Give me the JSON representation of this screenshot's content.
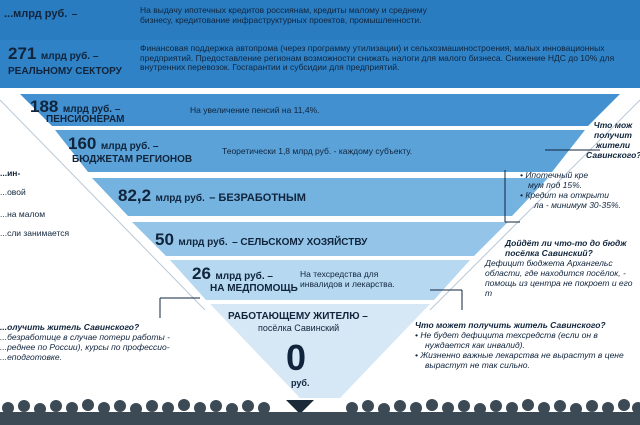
{
  "colors": {
    "band_dark": "#2a7cc0",
    "band_mid": "#4a97d2",
    "band_light": "#7cb8e4",
    "band_pale": "#b6d8f1",
    "text": "#10243c",
    "crowd": "#3c4a56",
    "arrow": "#1a2a38"
  },
  "tiers": [
    {
      "amount": "...млрд руб.",
      "label": "–",
      "desc": "На выдачу ипотечных кредитов россиянам, кредиты малому и среднему бизнесу, кредитование инфраструктурных проектов, промышленности."
    },
    {
      "amount": "271",
      "unit": "млрд руб. –",
      "label": "РЕАЛЬНОМУ СЕКТОРУ",
      "desc": "Финансовая поддержка автопрома (через программу утилизации) и сельхозмашиностроения, малых инновационных предприятий. Предоставление регионам возможности снижать налоги для малого бизнеса. Снижение НДС до 10% для внутренних перевозок. Госгарантии и субсидии для предприятий."
    },
    {
      "amount": "188",
      "unit": "млрд руб. –",
      "label": "ПЕНСИОНЕРАМ",
      "desc": "На увеличение пенсий на 11,4%."
    },
    {
      "amount": "160",
      "unit": "млрд руб. –",
      "label": "БЮДЖЕТАМ РЕГИОНОВ",
      "desc": "Теоретически 1,8 млрд руб. - каждому субъекту."
    },
    {
      "amount": "82,2",
      "unit": "млрд руб.",
      "label": "– БЕЗРАБОТНЫМ"
    },
    {
      "amount": "50",
      "unit": "млрд руб.",
      "label": "– СЕЛЬСКОМУ ХОЗЯЙСТВУ"
    },
    {
      "amount": "26",
      "unit": "млрд руб. –",
      "label": "НА МЕДПОМОЩЬ",
      "desc": "На техсредства для инвалидов и лекарства."
    }
  ],
  "worker": {
    "title": "РАБОТАЮЩЕМУ ЖИТЕЛЮ –",
    "subtitle": "посёлка Савинский",
    "amount": "0",
    "unit": "руб."
  },
  "left_notes": {
    "top_lines": [
      "...ин-",
      "...овой",
      "...на малом",
      "...сли занимается"
    ],
    "question": "...олучить житель Савинского?",
    "lines": [
      "...безработице в случае потери работы -",
      "...реднее по России), курсы по профессио-",
      "...еподготовке."
    ]
  },
  "right_notes": {
    "q1": [
      "Что мож",
      "получит",
      "жители",
      "Савинского?"
    ],
    "q1_lines": [
      "• Ипотечный кре",
      "мум под 15%.",
      "• Кредит на открыти",
      "ла - минимум 30-35%."
    ],
    "q2": "Дойдёт ли что-то до бюдж посёлка Савинский?",
    "q2_lines": [
      "Дефицит бюджета Архангельс",
      "области, где находится посёлок, -",
      "помощь из центра не покроет и его т"
    ],
    "q3": "Что может получить житель Савинского?",
    "q3_lines": [
      "• Не будет дефицита техсредств (если он в",
      "нуждается как инвалид).",
      "• Жизненно важные лекарства не вырастут в цене",
      "вырастут не так сильно."
    ]
  }
}
